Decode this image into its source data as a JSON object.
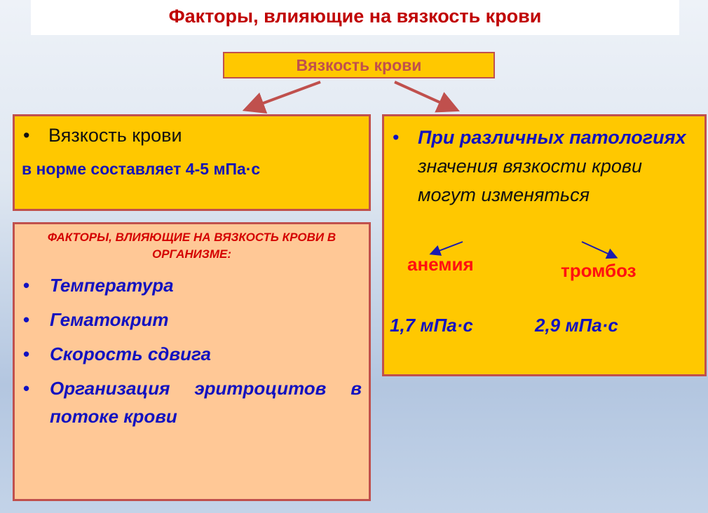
{
  "header": {
    "title": "Факторы, влияющие на вязкость крови"
  },
  "root_node": {
    "label": "Вязкость крови"
  },
  "left_top": {
    "bullet": "•",
    "heading": "Вязкость крови",
    "norm": "в норме составляет 4-5 мПа·с"
  },
  "left_bottom": {
    "heading": "ФАКТОРЫ, ВЛИЯЮЩИЕ НА  ВЯЗКОСТЬ КРОВИ В ОРГАНИЗМЕ:",
    "bullet": "•",
    "factors": [
      "Температура",
      "Гематокрит",
      "Скорость сдвига",
      "Организация эритроцитов в потоке крови"
    ]
  },
  "right": {
    "bullet": "•",
    "emphasis": "При различных патологиях",
    "rest": " значения вязкости крови могут изменяться",
    "branches": [
      {
        "label": "анемия",
        "value": "1,7 мПа·с"
      },
      {
        "label": "тромбоз",
        "value": "2,9 мПа·с"
      }
    ]
  },
  "colors": {
    "title_red": "#c00000",
    "box_yellow": "#ffc800",
    "box_peach": "#ffc896",
    "border": "#c0504d",
    "blue_text": "#1212c0",
    "red_text": "#ff1010"
  }
}
